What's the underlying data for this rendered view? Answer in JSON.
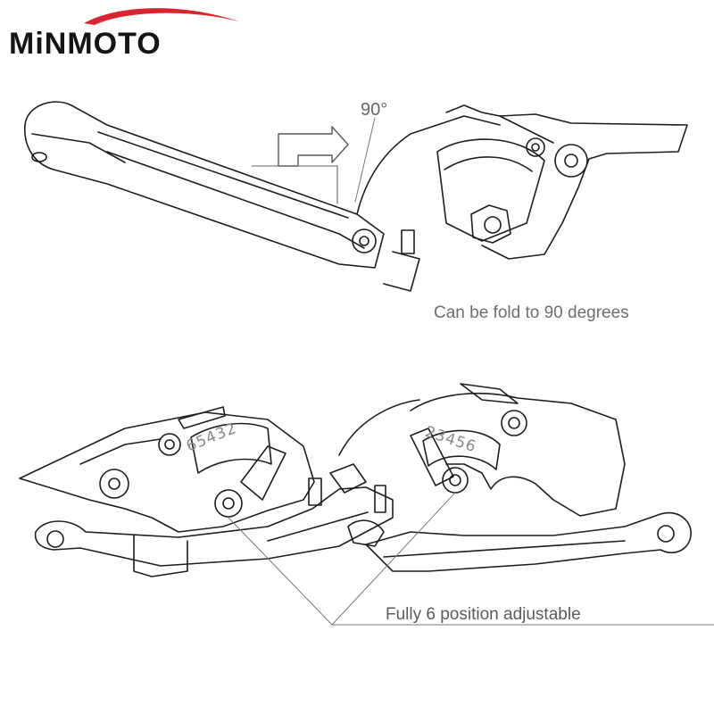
{
  "brand": {
    "logo_text": "MiNMOTO",
    "accent_color": "#d8252f"
  },
  "annotations": {
    "fold_angle": "90°",
    "fold_caption": "Can be fold to 90 degrees",
    "adjust_caption": "Fully 6 position adjustable",
    "left_scale": "65432",
    "right_scale": "23456"
  },
  "illustrations": [
    {
      "name": "folded-lever-drawing",
      "icon": "brake-lever-sketch"
    },
    {
      "name": "adjustable-levers-pair-drawing",
      "icon": "lever-pair-sketch"
    }
  ]
}
